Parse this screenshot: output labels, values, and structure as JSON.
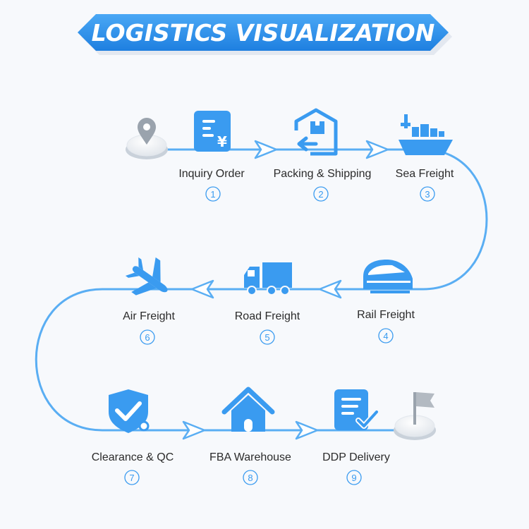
{
  "title": "LOGISTICS VISUALIZATION",
  "colors": {
    "accent": "#3a9bf0",
    "accent_dark": "#1e7fe0",
    "line": "#5aaef3",
    "text": "#2b2b2b"
  },
  "steps": [
    {
      "number": "1",
      "label": "Inquiry Order",
      "icon": "invoice-yen-icon"
    },
    {
      "number": "2",
      "label": "Packing & Shipping",
      "icon": "warehouse-box-icon"
    },
    {
      "number": "3",
      "label": "Sea Freight",
      "icon": "cargo-ship-icon"
    },
    {
      "number": "4",
      "label": "Rail Freight",
      "icon": "train-icon"
    },
    {
      "number": "5",
      "label": "Road Freight",
      "icon": "truck-icon"
    },
    {
      "number": "6",
      "label": "Air Freight",
      "icon": "airplane-icon"
    },
    {
      "number": "7",
      "label": "Clearance & QC",
      "icon": "shield-check-icon"
    },
    {
      "number": "8",
      "label": "FBA Warehouse",
      "icon": "house-icon"
    },
    {
      "number": "9",
      "label": "DDP Delivery",
      "icon": "document-check-icon"
    }
  ],
  "start_icon": "location-pin-icon",
  "end_icon": "flag-icon"
}
